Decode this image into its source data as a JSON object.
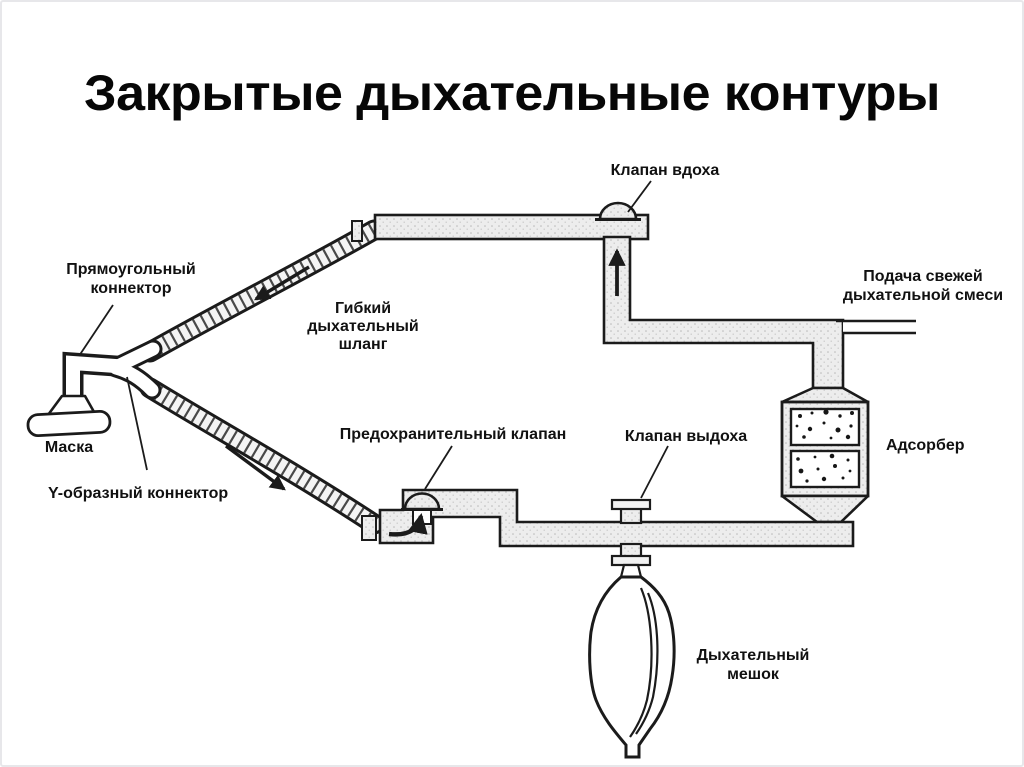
{
  "page": {
    "title": "Закрытые дыхательные контуры"
  },
  "labels": {
    "inhale_valve": "Клапан вдоха",
    "fresh_gas": {
      "line1": "Подача свежей",
      "line2": "дыхательной смеси"
    },
    "rect_connector": {
      "line1": "Прямоугольный",
      "line2": "коннектор"
    },
    "flexible_hose": {
      "line1": "Гибкий",
      "line2": "дыхательный",
      "line3": "шланг"
    },
    "mask": "Маска",
    "y_connector": "Y-образный коннектор",
    "safety_valve": "Предохранительный клапан",
    "exhale_valve": "Клапан выдоха",
    "adsorber": "Адсорбер",
    "breathing_bag": {
      "line1": "Дыхательный",
      "line2": "мешок"
    }
  },
  "colors": {
    "ink": "#1b1b1b",
    "pipe_fill": "#ededed",
    "background": "#ffffff"
  }
}
